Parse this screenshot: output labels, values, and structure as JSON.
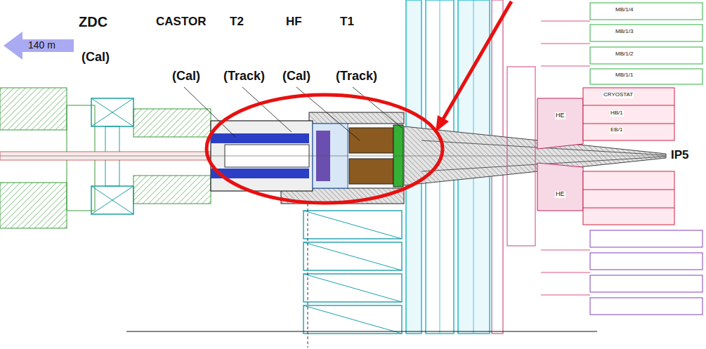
{
  "diagram": {
    "labels": [
      "140 m",
      "ZDC",
      "(Cal)",
      "CASTOR",
      "T2",
      "HF",
      "T1",
      "(Cal)",
      "(Track)",
      "(Cal)",
      "(Track)",
      "IP5",
      "MB/1/4",
      "MB/1/3",
      "MB/1/2",
      "MB/1/1",
      "CRYOSTAT",
      "HB/1",
      "EB/1",
      "HE",
      "HE"
    ]
  }
}
